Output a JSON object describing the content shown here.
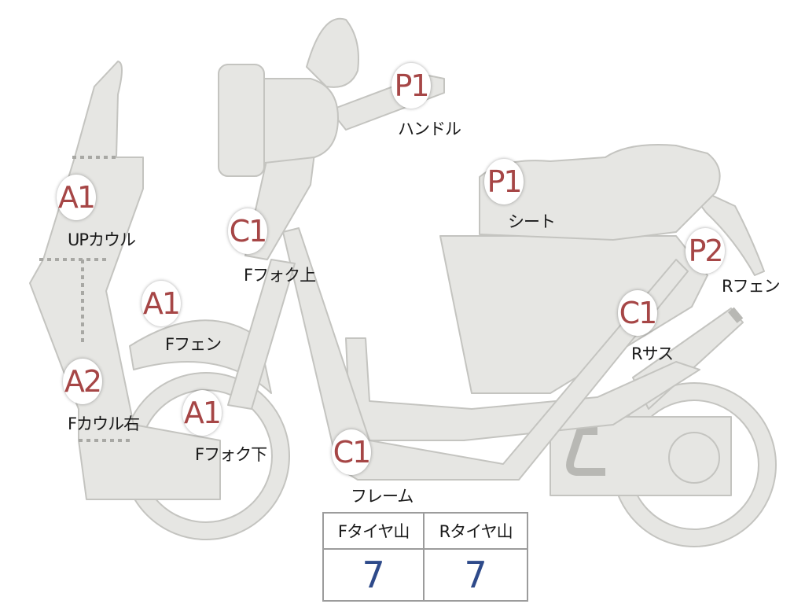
{
  "parts": [
    {
      "grade": "P1",
      "name": "ハンドル"
    },
    {
      "grade": "A1",
      "name": "UPカウル"
    },
    {
      "grade": "C1",
      "name": "Fフォク上"
    },
    {
      "grade": "P1",
      "name": "シート"
    },
    {
      "grade": "P2",
      "name": "Rフェン"
    },
    {
      "grade": "A1",
      "name": "Fフェン"
    },
    {
      "grade": "C1",
      "name": "Rサス"
    },
    {
      "grade": "A2",
      "name": "Fカウル右"
    },
    {
      "grade": "A1",
      "name": "Fフォク下"
    },
    {
      "grade": "C1",
      "name": "フレーム"
    }
  ],
  "tire_table": {
    "front_header": "Fタイヤ山",
    "rear_header": "Rタイヤ山",
    "front_value": "7",
    "rear_value": "7"
  },
  "colors": {
    "body_fill": "#e6e6e3",
    "body_stroke": "#c4c4c0",
    "grade_text": "#a64646",
    "value_text": "#2e4a8a"
  }
}
